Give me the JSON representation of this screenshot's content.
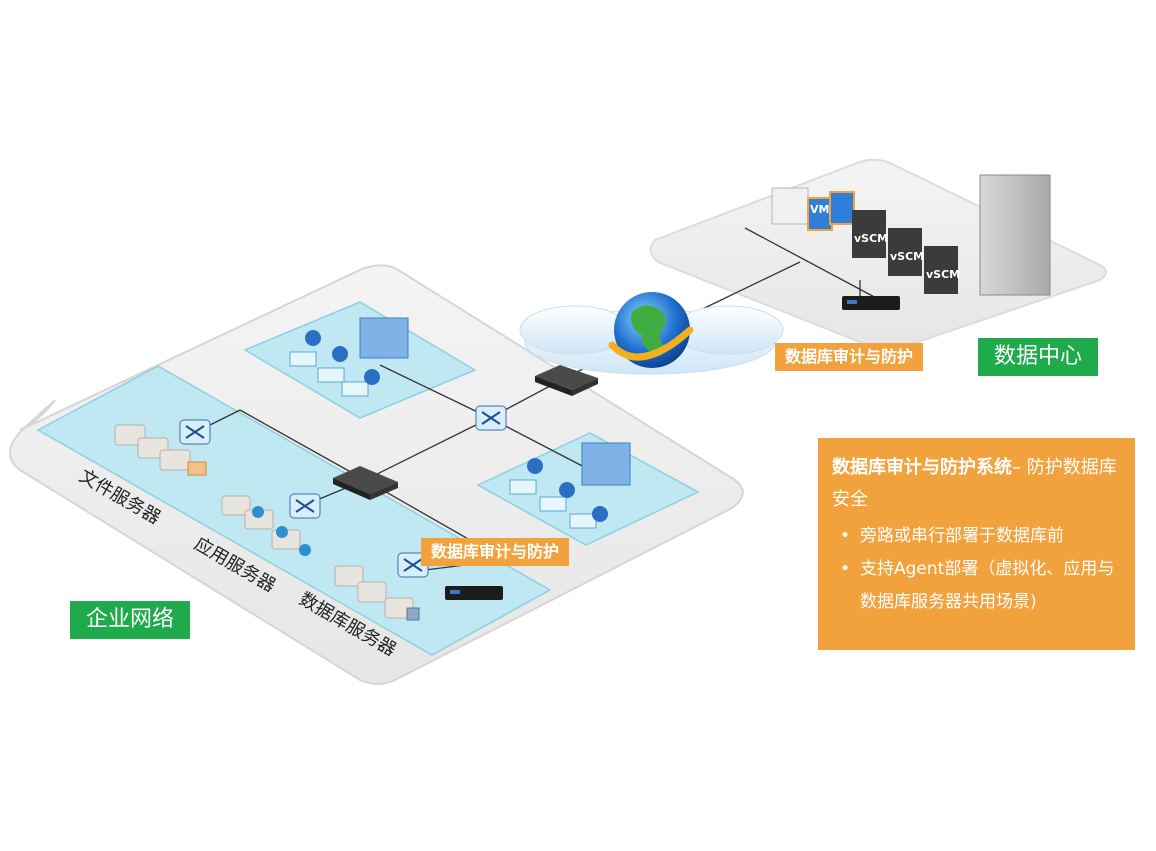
{
  "labels": {
    "file_servers": "文件服务器",
    "app_servers": "应用服务器",
    "db_servers": "数据库服务器",
    "enterprise_network": "企业网络",
    "data_center": "数据中心",
    "audit_callout_enterprise": "数据库审计与防护",
    "audit_callout_datacenter": "数据库审计与防护"
  },
  "server_badges": [
    "VM",
    "vSCM",
    "vSCM",
    "vSCM"
  ],
  "info_panel": {
    "title_bold": "数据库审计与防护系统",
    "title_rest": "– 防护数据库安全",
    "bullets": [
      "旁路或串行部署于数据库前",
      "支持Agent部署（虚拟化、应用与数据库服务器共用场景)"
    ]
  },
  "colors": {
    "green_tag": "#1faa4b",
    "orange": "#f2a23c",
    "zone_fill": "#bfe8f2",
    "platform_fill": "#efefef"
  }
}
